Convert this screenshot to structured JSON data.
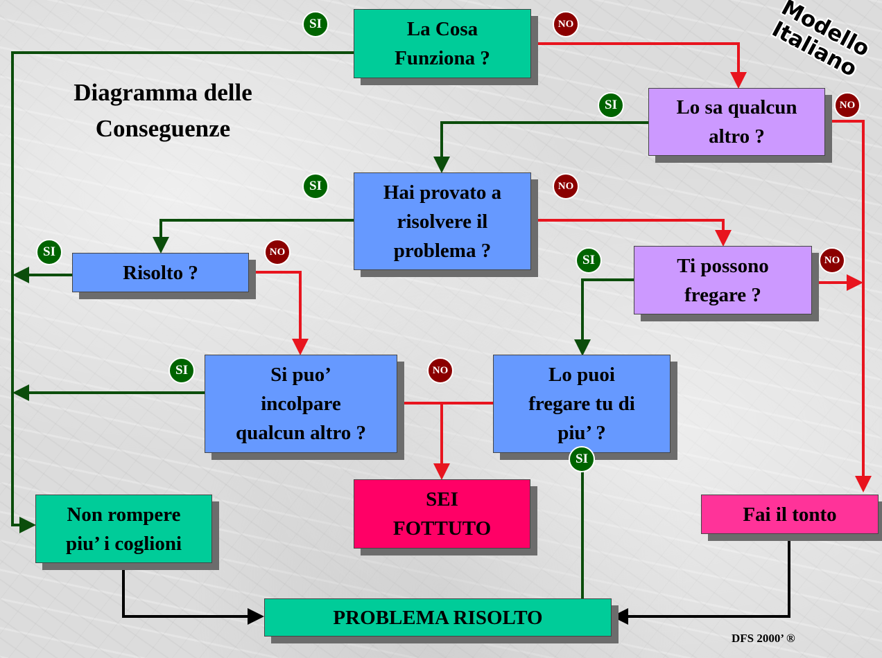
{
  "title": "Diagramma delle\nConseguenze",
  "stamp": "Modello\nItaliano",
  "credit": "DFS 2000’ ®",
  "nodes": {
    "la_cosa_funziona": "La Cosa\nFunziona ?",
    "lo_sa_qualcun_altro": "Lo sa qualcun\naltro ?",
    "hai_provato": "Hai provato a\nrisolvere il\nproblema ?",
    "risolto": "Risolto ?",
    "ti_possono_fregare": "Ti possono\nfregare ?",
    "si_puo_incolpare": "Si puo’\nincolpare\nqualcun altro ?",
    "lo_puoi_fregare": "Lo puoi\nfregare tu di\npiu’ ?",
    "sei_fottuto": "SEI\nFOTTUTO",
    "non_rompere": "Non rompere\npiu’ i coglioni",
    "fai_il_tonto": "Fai il tonto",
    "problema_risolto": "PROBLEMA RISOLTO"
  },
  "labels": {
    "yes": "SI",
    "no": "NO"
  },
  "colors": {
    "yes_line": "#0b4d0b",
    "no_line": "#e8141e",
    "end_line": "#000000",
    "box_teal": "#00cc99",
    "box_violet": "#cc99ff",
    "box_blue": "#6699ff",
    "box_red": "#ff0066",
    "box_pink": "#ff3399"
  }
}
